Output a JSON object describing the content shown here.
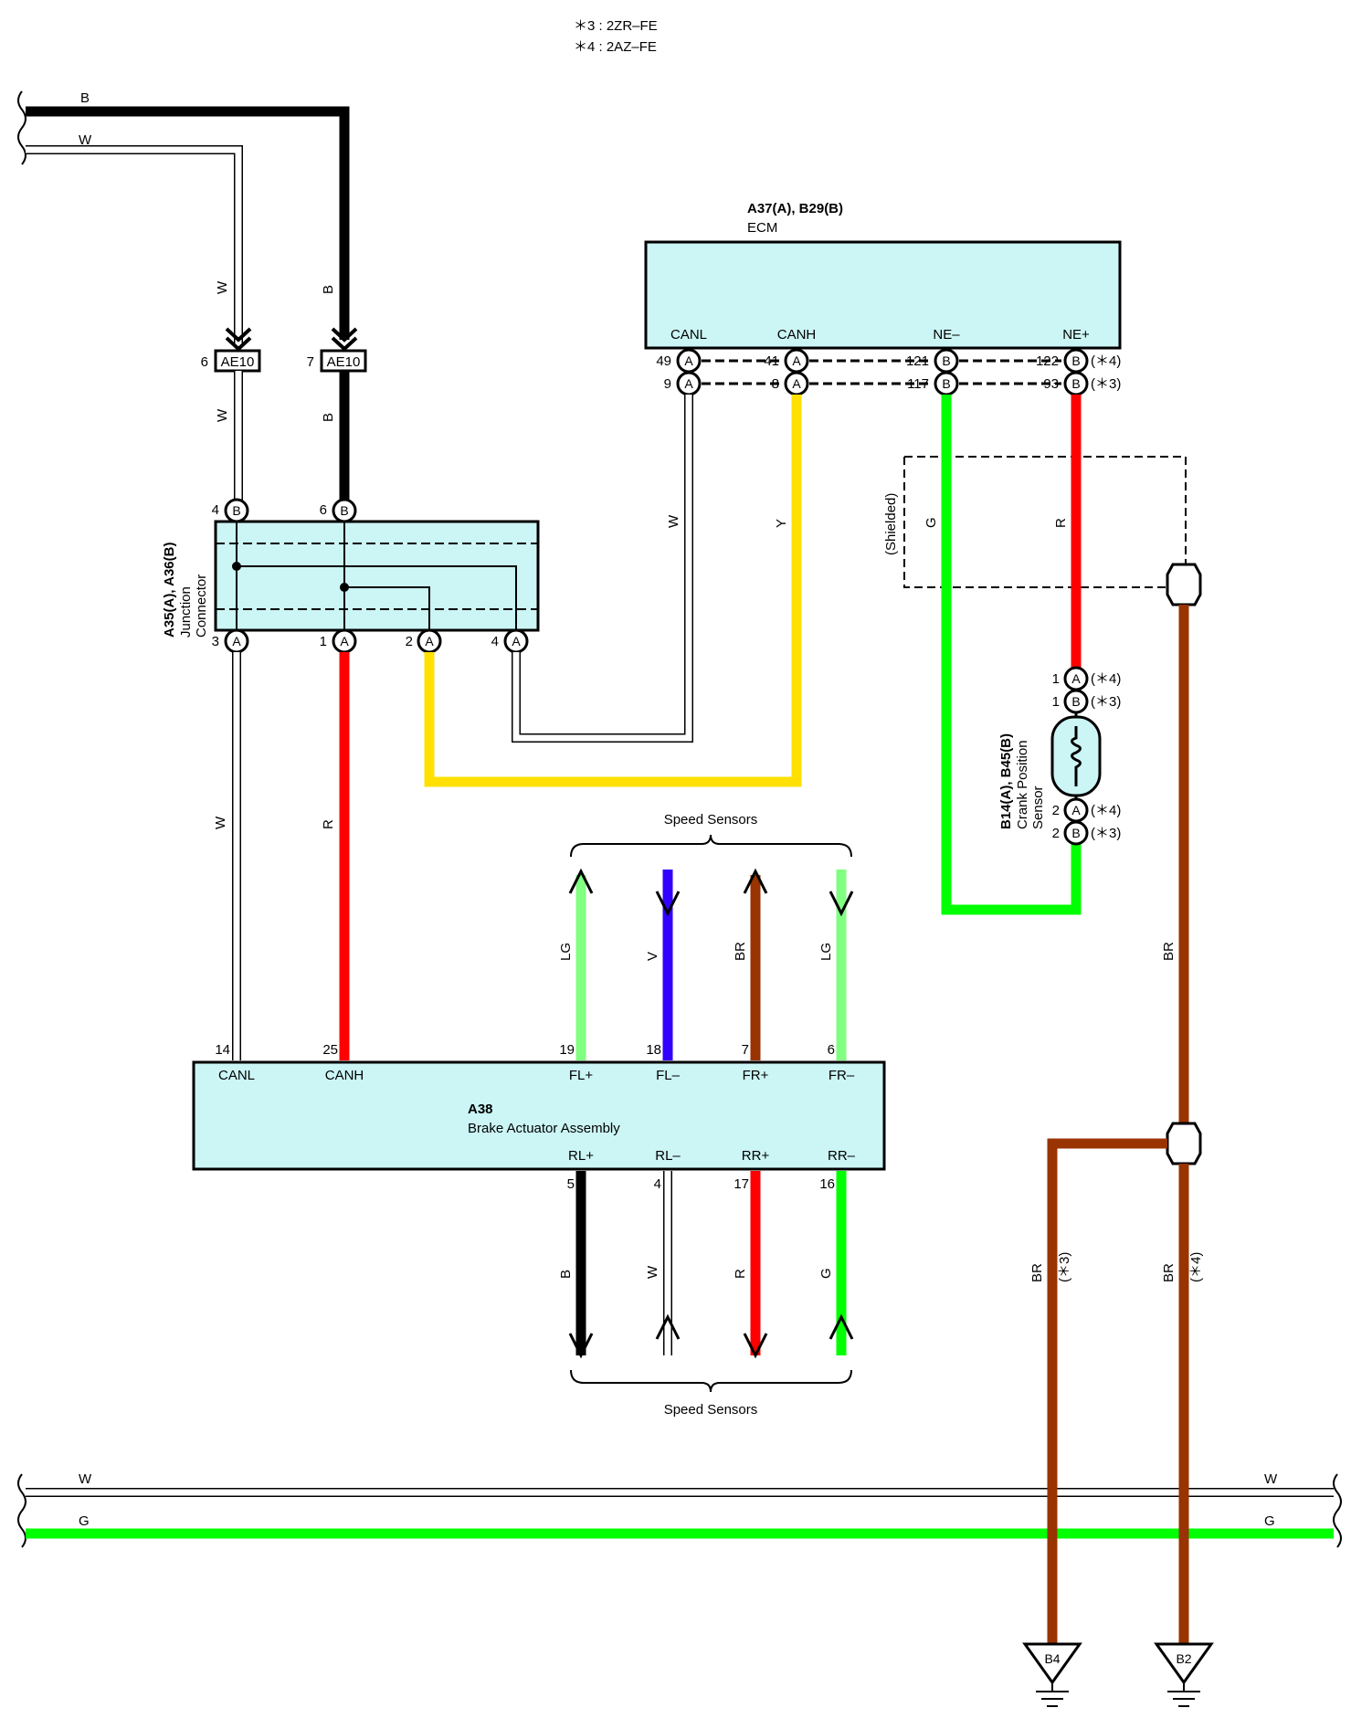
{
  "header": {
    "note_3": "＊3 : 2ZR–FE",
    "note_4": "＊4 : 2AZ–FE"
  },
  "colors": {
    "B": "#000000",
    "W": "#ffffff",
    "R": "#ff0000",
    "Y": "#ffe000",
    "G": "#00ff00",
    "LG": "#80ff80",
    "V": "#3300ff",
    "BR": "#993300",
    "component_fill": "#ccf5f5"
  },
  "ecm": {
    "id": "A37(A), B29(B)",
    "name": "ECM",
    "pins": {
      "canl": "CANL",
      "canh": "CANH",
      "ne_minus": "NE–",
      "ne_plus": "NE+"
    },
    "row1": {
      "canl": "49",
      "canh": "41",
      "ne_minus": "121",
      "ne_plus": "122",
      "suffix": "(＊4)"
    },
    "row2": {
      "canl": "9",
      "canh": "8",
      "ne_minus": "117",
      "ne_plus": "93",
      "suffix": "(＊3)"
    },
    "conn_A": "A",
    "conn_B": "B"
  },
  "top_wires": {
    "b_label": "B",
    "w_label": "W"
  },
  "ae10": {
    "left_pin": "6",
    "right_pin": "7",
    "name": "AE10",
    "wire_w": "W",
    "wire_b": "B"
  },
  "junction": {
    "id": "A35(A), A36(B)",
    "name_1": "Junction",
    "name_2": "Connector",
    "top_pins": [
      "4",
      "6"
    ],
    "bottom_pins": [
      "3",
      "1",
      "2",
      "4"
    ],
    "conn_A": "A",
    "conn_B": "B"
  },
  "wire_labels": {
    "w_left": "W",
    "r_mid": "R",
    "w_ecm": "W",
    "y_ecm": "Y",
    "g_ne": "G",
    "r_ne": "R",
    "shielded": "(Shielded)",
    "br_right": "BR",
    "br_3": "BR",
    "br_4": "BR",
    "note3": "(＊3)",
    "note4": "(＊4)"
  },
  "crank_sensor": {
    "id": "B14(A), B45(B)",
    "name_1": "Crank Position",
    "name_2": "Sensor",
    "pins": [
      {
        "num": "1",
        "conn": "A",
        "note": "(＊4)"
      },
      {
        "num": "1",
        "conn": "B",
        "note": "(＊3)"
      },
      {
        "num": "2",
        "conn": "A",
        "note": "(＊4)"
      },
      {
        "num": "2",
        "conn": "B",
        "note": "(＊3)"
      }
    ]
  },
  "brake_actuator": {
    "id": "A38",
    "name": "Brake Actuator Assembly",
    "top_pins": [
      {
        "num": "14",
        "name": "CANL"
      },
      {
        "num": "25",
        "name": "CANH"
      },
      {
        "num": "19",
        "name": "FL+"
      },
      {
        "num": "18",
        "name": "FL–"
      },
      {
        "num": "7",
        "name": "FR+"
      },
      {
        "num": "6",
        "name": "FR–"
      }
    ],
    "bottom_pins": [
      {
        "num": "5",
        "name": "RL+"
      },
      {
        "num": "4",
        "name": "RL–"
      },
      {
        "num": "17",
        "name": "RR+"
      },
      {
        "num": "16",
        "name": "RR–"
      }
    ]
  },
  "speed_sensors": {
    "top_label": "Speed Sensors",
    "bottom_label": "Speed Sensors",
    "top_wires": [
      "LG",
      "V",
      "BR",
      "LG"
    ],
    "bottom_wires": [
      "B",
      "W",
      "R",
      "G"
    ]
  },
  "bottom_bus": {
    "w_left": "W",
    "w_right": "W",
    "g_left": "G",
    "g_right": "G"
  },
  "grounds": {
    "b4": "B4",
    "b2": "B2"
  }
}
